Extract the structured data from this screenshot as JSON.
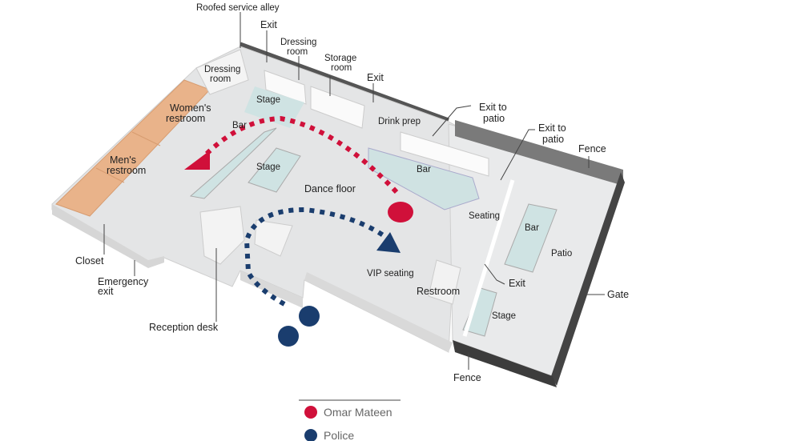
{
  "labels": {
    "roofed_service_alley": "Roofed service alley",
    "exit_top_left": "Exit",
    "dressing_room_top": [
      "Dressing",
      "room"
    ],
    "storage_room": [
      "Storage",
      "room"
    ],
    "exit_top_right": "Exit",
    "dressing_room_left": [
      "Dressing",
      "room"
    ],
    "womens_restroom": [
      "Women's",
      "restroom"
    ],
    "mens_restroom": [
      "Men's",
      "restroom"
    ],
    "stage_back": "Stage",
    "bar_left": "Bar",
    "stage_center": "Stage",
    "drink_prep": "Drink prep",
    "exit_to_patio_1": [
      "Exit to",
      "patio"
    ],
    "exit_to_patio_2": [
      "Exit to",
      "patio"
    ],
    "fence_top": "Fence",
    "bar_main": "Bar",
    "dance_floor": "Dance floor",
    "seating": "Seating",
    "bar_patio": "Bar",
    "patio": "Patio",
    "closet": "Closet",
    "emergency_exit": [
      "Emergency",
      "exit"
    ],
    "vip_seating": "VIP seating",
    "restroom": "Restroom",
    "exit_patio": "Exit",
    "gate": "Gate",
    "stage_patio": "Stage",
    "reception_desk": "Reception desk",
    "fence_bottom": "Fence"
  },
  "legend": [
    {
      "label": "Omar Mateen",
      "color": "#d0103a"
    },
    {
      "label": "Police",
      "color": "#1a3d6e"
    }
  ],
  "colors": {
    "floor": "#e6e7e8",
    "wall": "#f7f7f7",
    "restroom": "#e8b48a",
    "fixture": "#cfe3e3",
    "fence": "#555555"
  }
}
